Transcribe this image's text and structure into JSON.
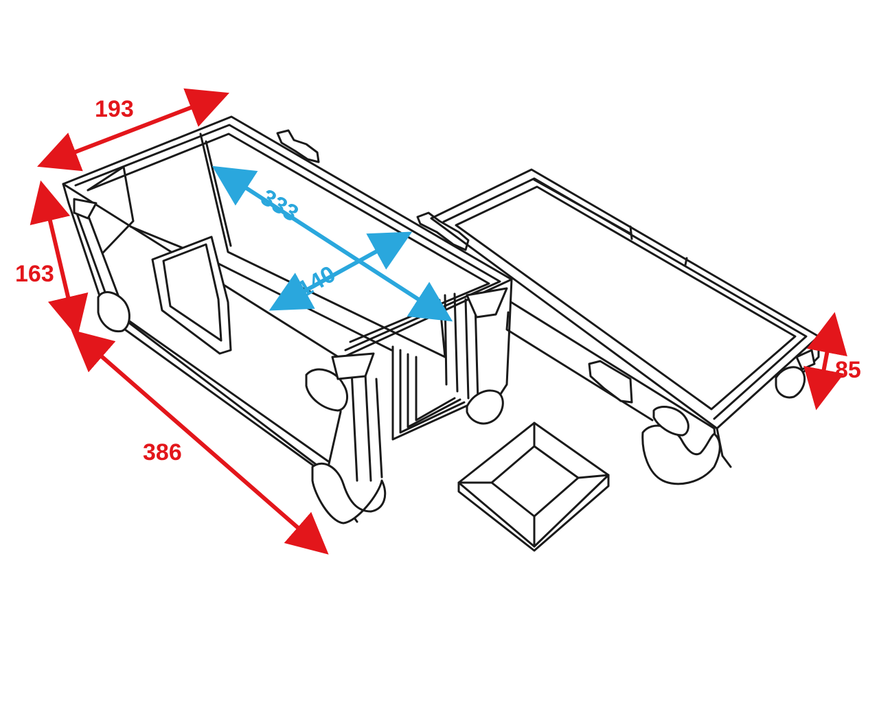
{
  "colors": {
    "outer_dimension": "#e3161b",
    "inner_dimension": "#2aa7dd",
    "outline": "#1a1a1a",
    "background": "#ffffff"
  },
  "dimensions": {
    "outer": {
      "width": "193",
      "height": "163",
      "length": "386",
      "lid_height": "85"
    },
    "inner": {
      "length": "333",
      "width": "140"
    }
  }
}
